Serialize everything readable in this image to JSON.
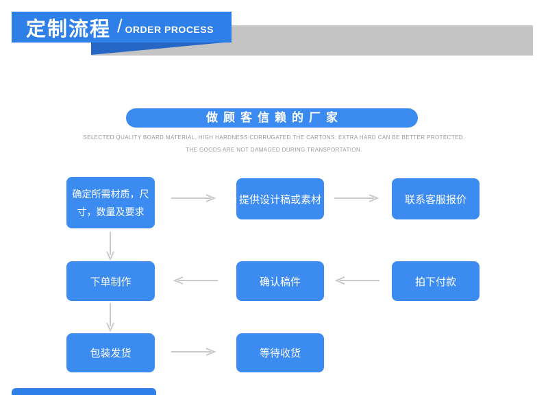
{
  "header": {
    "title_cn": "定制流程",
    "separator": "/",
    "title_en": "ORDER PROCESS"
  },
  "section": {
    "headline": "做顾客信赖的厂家",
    "subtitle_line1": "SELECTED QUALITY BOARD MATERIAL, HIGH HARDNESS CORRUGATED.THE CARTONS: EXTRA HARD CAN BE BETTER PROTECTED.",
    "subtitle_line2": "THE GOODS ARE NOT DAMAGED DURING TRANSPORTATION."
  },
  "flow": {
    "steps": [
      {
        "label": "确定所需材质，尺寸，数量及要求"
      },
      {
        "label": "提供设计稿或素材"
      },
      {
        "label": "联系客服报价"
      },
      {
        "label": "下单制作"
      },
      {
        "label": "确认稿件"
      },
      {
        "label": "拍下付款"
      },
      {
        "label": "包装发货"
      },
      {
        "label": "等待收货"
      }
    ]
  },
  "colors": {
    "primary_blue": "#2e80e8",
    "box_blue": "#3b8bf0",
    "dark_blue": "#2667c6",
    "gray_bar": "#c4c4c5",
    "arrow_gray": "#c9c9c9",
    "subtitle_gray": "#999999"
  }
}
